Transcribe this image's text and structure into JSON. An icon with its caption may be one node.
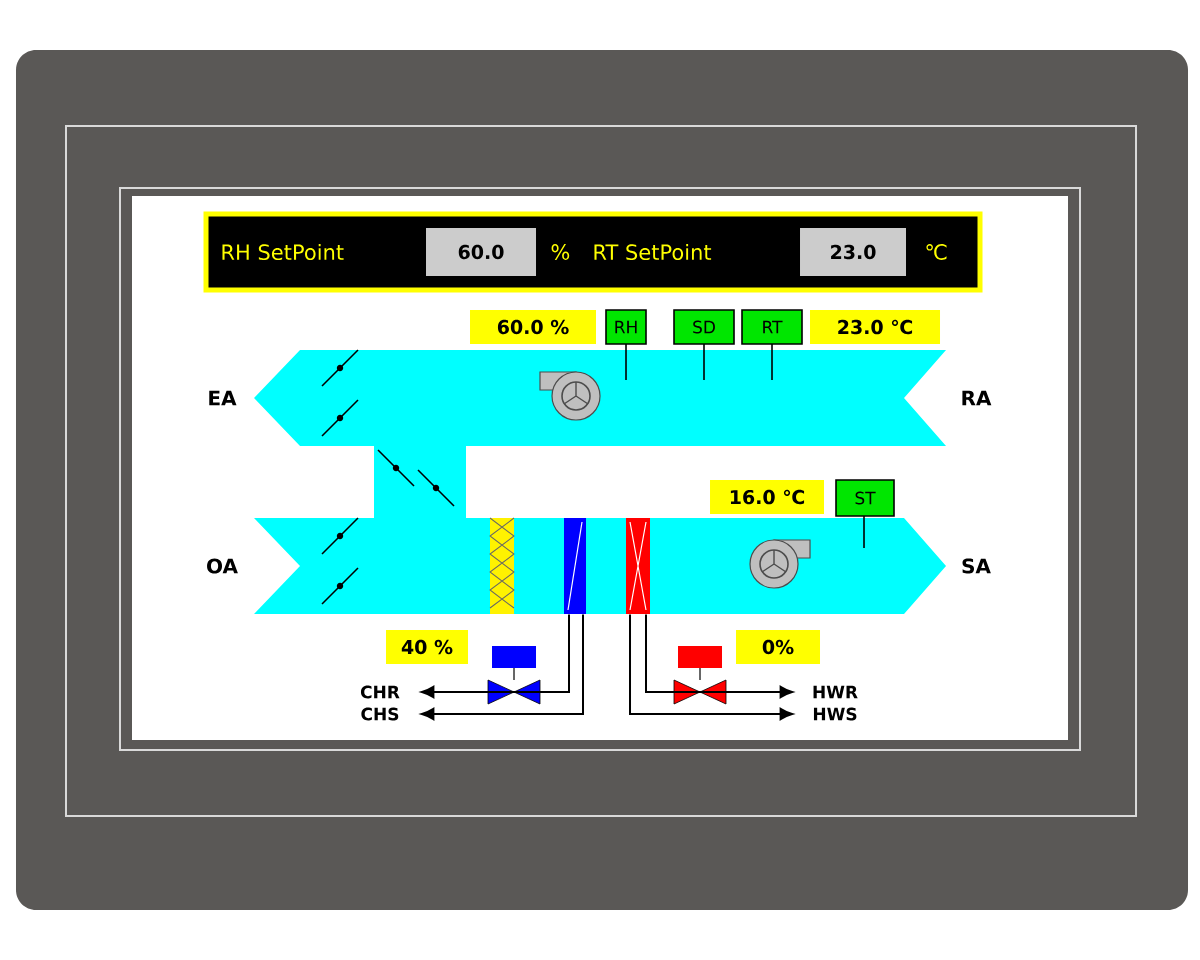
{
  "diagram": {
    "nodes": [
      {
        "text": [
          "RH SetPoint",
          "%",
          "RT SetPoint",
          "℃"
        ]
      },
      {
        "text": [
          "60.0"
        ],
        "in": 0
      },
      {
        "text": [
          "23.0"
        ],
        "in": 0
      },
      {
        "text": [
          "60.0 %"
        ]
      },
      {
        "text": [
          "RH"
        ]
      },
      {
        "text": [
          "SD"
        ]
      },
      {
        "text": [
          "RT"
        ]
      },
      {
        "text": [
          "23.0 ℃"
        ]
      },
      {
        "text": [
          "16.0 ℃"
        ]
      },
      {
        "text": [
          "ST"
        ]
      },
      {
        "text": [
          "40 %"
        ]
      },
      {
        "text": [
          "0%"
        ]
      },
      {
        "text": [
          "CHR"
        ]
      },
      {
        "text": [
          "CHS"
        ]
      },
      {
        "text": [
          "HWR"
        ]
      },
      {
        "text": [
          "HWS"
        ]
      },
      {
        "text": [],
        "shape": "bar"
      },
      {
        "text": [],
        "shape": "bar"
      }
    ],
    "edges": [
      {
        "from": 16,
        "to": 12,
        "arrow": "to"
      },
      {
        "from": 16,
        "to": 13,
        "arrow": "to"
      },
      {
        "from": 17,
        "to": 14,
        "arrow": "to"
      },
      {
        "from": 17,
        "to": 15,
        "arrow": "to"
      }
    ],
    "labels": [
      "EA",
      "RA",
      "OA",
      "SA"
    ]
  }
}
